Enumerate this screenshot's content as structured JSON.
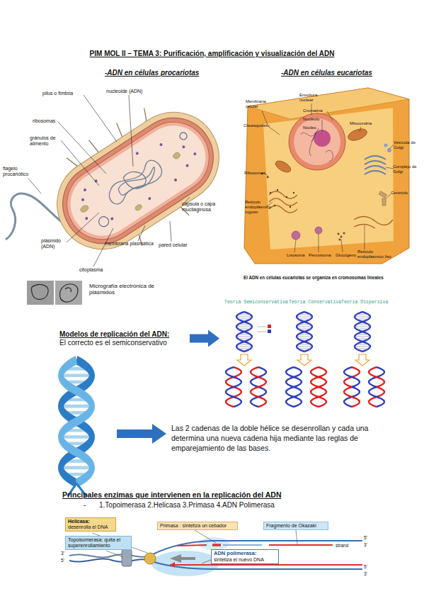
{
  "diagram": {
    "title": "PIM MOL II – TEMA 3: Purificación, amplificación y visualización del ADN",
    "nodes": [
      {
        "text": [
          "Modelos de replicación del ADN:",
          "El correcto es el semiconservativo"
        ]
      },
      {
        "text": [
          "Teoría Semiconservativa",
          "Teoría Conservativa",
          "Teoría Dispersiva"
        ]
      },
      {
        "text": [
          "Helicasa:",
          "desenrolla el DNA"
        ]
      },
      {
        "text": [
          "Primasa : sintetiza un cebador"
        ]
      },
      {
        "text": [
          "Fragmento de Okazaki"
        ]
      },
      {
        "text": [
          "Topoisomerasa: quita el superenrollamiento"
        ]
      },
      {
        "text": [
          "ADN polimerasa:",
          "sintetiza el nuevo DNA"
        ]
      }
    ],
    "edges": [
      {
        "from": 0,
        "to": 1,
        "arrow": "to"
      }
    ],
    "labels": [
      "-ADN en células procariotas",
      "-ADN en células eucariotas",
      "pilus o fimbria",
      "nucleoide (ADN)",
      "ribosomas",
      "gránulos de alimento",
      "flagelo procariótico",
      "plásmido (ADN)",
      "citoplasma",
      "membrana plasmática",
      "pared celular",
      "cápsula o capa mucilaginosa",
      "Membrana celular",
      "Citoesqueleto",
      "Envoltura nuclear",
      "Cromatina",
      "Nucléolo",
      "Núcleo",
      "Mitocondria",
      "Vesícula de Golgi",
      "Complejo de Golgi",
      "Centríolo",
      "Ribosomas",
      "Retículo endoplásmico rugoso",
      "Lisosoma",
      "Peroxisoma",
      "Glucógeno",
      "Retículo endoplásmico liso",
      "El ADN en células eucariotas se organiza en cromosomas lineales",
      "Micrografía electrónica de plásmidos",
      "Las 2 cadenas de la doble hélice se desenrollan y cada una determina una nueva cadena hija mediante las reglas de emparejamiento de las bases.",
      "Principales enzimas que intervienen en la replicación del ADN",
      "-",
      "1.Topoimerasa 2.Helicasa 3.Primasa 4.ADN Polimerasa",
      "3'",
      "5'",
      "strand",
      "5'",
      "3'",
      "5'",
      "3'"
    ]
  }
}
